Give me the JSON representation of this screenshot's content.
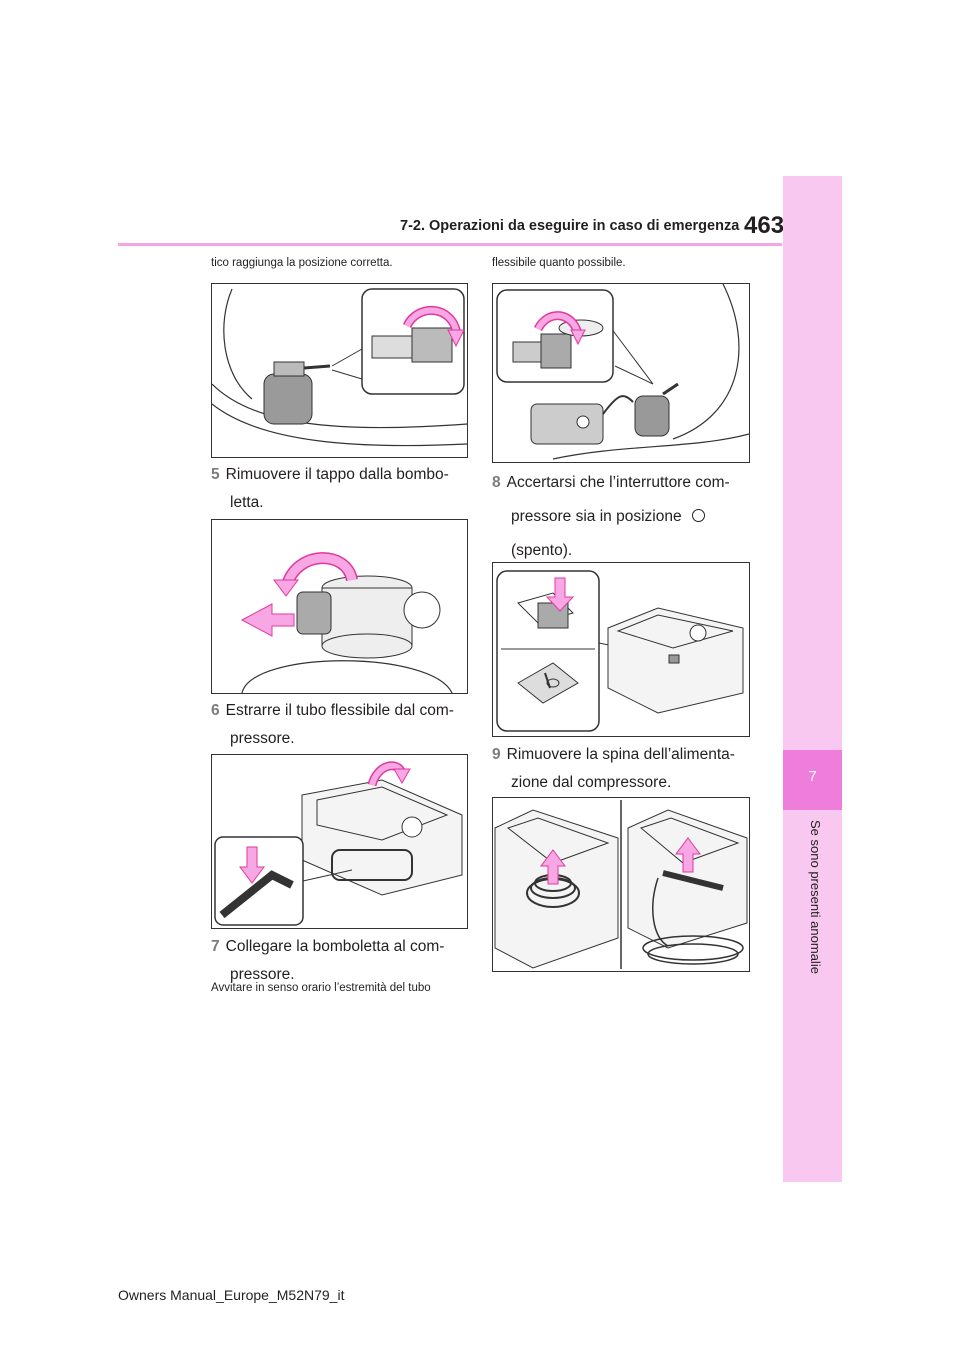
{
  "header": {
    "section_title": "7-2. Operazioni da eseguire in caso di emergenza",
    "page_number": "463"
  },
  "side_tab": {
    "chapter_number": "7",
    "chapter_title": "Se sono presenti anomalie"
  },
  "left_column": {
    "intro_text": "tico raggiunga la posizione corretta.",
    "steps": [
      {
        "number": "5",
        "line1": "Rimuovere il tappo dalla bombo-",
        "line2": "letta."
      },
      {
        "number": "6",
        "line1": "Estrarre il tubo flessibile dal com-",
        "line2": "pressore."
      },
      {
        "number": "7",
        "line1": "Collegare la bomboletta al com-",
        "line2": "pressore."
      }
    ],
    "note_text": "Avvitare in senso orario l’estremità del tubo"
  },
  "right_column": {
    "intro_text": "flessibile quanto possibile.",
    "steps": [
      {
        "number": "8",
        "line1": "Accertarsi che l’interruttore com-",
        "line2": "pressore sia in posizione",
        "line3": "(spento)."
      },
      {
        "number": "9",
        "line1": "Rimuovere la spina dell’alimenta-",
        "line2": "zione dal compressore."
      }
    ]
  },
  "icons": {
    "off_symbol": "off-position-icon",
    "arrow_color": "#f29de0"
  },
  "footer": {
    "manual_id": "Owners Manual_Europe_M52N79_it"
  }
}
